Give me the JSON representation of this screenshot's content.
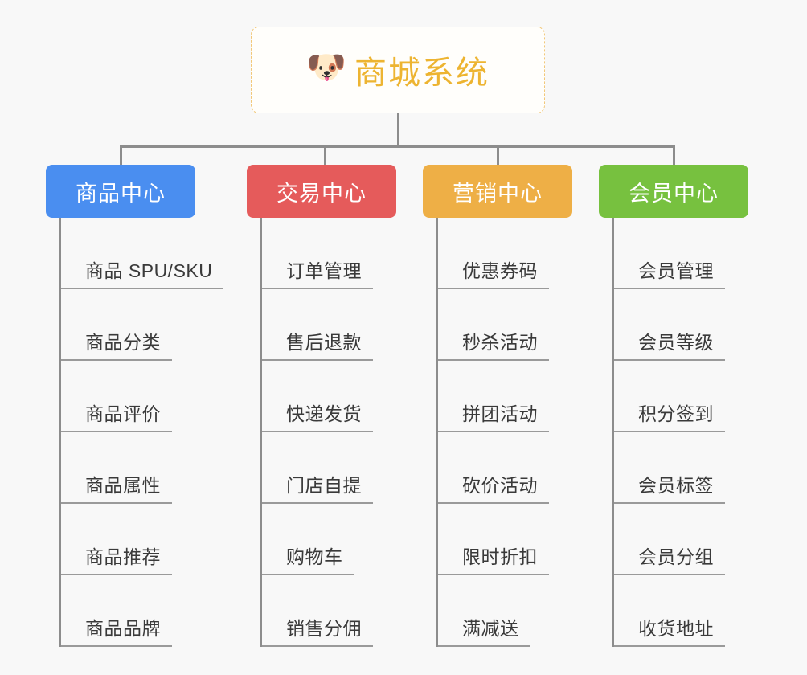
{
  "page": {
    "background": "#f8f8f8",
    "line_color": "#8d8d8d"
  },
  "root": {
    "icon": "shiba-dog-face-icon",
    "emoji": "🐶",
    "title": "商城系统",
    "title_color": "#edb431",
    "border_color": "#f2c879"
  },
  "columns": [
    {
      "header": "商品中心",
      "color": "#4a8ef0",
      "items": [
        "商品 SPU/SKU",
        "商品分类",
        "商品评价",
        "商品属性",
        "商品推荐",
        "商品品牌"
      ]
    },
    {
      "header": "交易中心",
      "color": "#e55b5b",
      "items": [
        "订单管理",
        "售后退款",
        "快递发货",
        "门店自提",
        "购物车",
        "销售分佣"
      ]
    },
    {
      "header": "营销中心",
      "color": "#eeaf46",
      "items": [
        "优惠券码",
        "秒杀活动",
        "拼团活动",
        "砍价活动",
        "限时折扣",
        "满减送"
      ]
    },
    {
      "header": "会员中心",
      "color": "#77c13f",
      "items": [
        "会员管理",
        "会员等级",
        "积分签到",
        "会员标签",
        "会员分组",
        "收货地址"
      ]
    }
  ]
}
